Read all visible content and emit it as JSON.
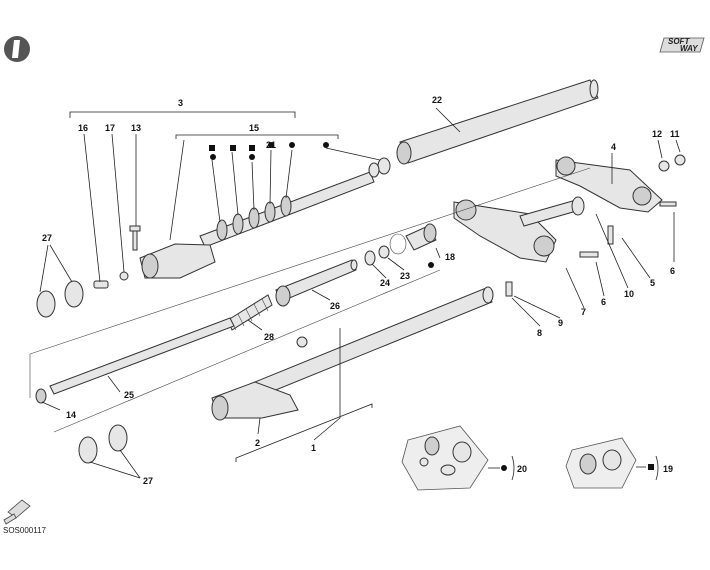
{
  "header": {
    "badge_top": "SOFT",
    "badge_bottom": "WAY"
  },
  "footer": {
    "drawing_code": "SOS000117"
  },
  "callouts": [
    {
      "id": "c1",
      "text": "1"
    },
    {
      "id": "c2",
      "text": "2"
    },
    {
      "id": "c3",
      "text": "3"
    },
    {
      "id": "c4",
      "text": "4"
    },
    {
      "id": "c5",
      "text": "5"
    },
    {
      "id": "c6a",
      "text": "6"
    },
    {
      "id": "c6b",
      "text": "6"
    },
    {
      "id": "c7",
      "text": "7"
    },
    {
      "id": "c8",
      "text": "8"
    },
    {
      "id": "c9",
      "text": "9"
    },
    {
      "id": "c10",
      "text": "10"
    },
    {
      "id": "c11",
      "text": "11"
    },
    {
      "id": "c12",
      "text": "12"
    },
    {
      "id": "c13",
      "text": "13"
    },
    {
      "id": "c14",
      "text": "14"
    },
    {
      "id": "c15",
      "text": "15"
    },
    {
      "id": "c16",
      "text": "16"
    },
    {
      "id": "c17",
      "text": "17"
    },
    {
      "id": "c18",
      "text": "18"
    },
    {
      "id": "c19",
      "text": "19"
    },
    {
      "id": "c20",
      "text": "20"
    },
    {
      "id": "c21",
      "text": "21"
    },
    {
      "id": "c22",
      "text": "22"
    },
    {
      "id": "c23",
      "text": "23"
    },
    {
      "id": "c24",
      "text": "24"
    },
    {
      "id": "c25",
      "text": "25"
    },
    {
      "id": "c26",
      "text": "26"
    },
    {
      "id": "c27a",
      "text": "27"
    },
    {
      "id": "c27b",
      "text": "27"
    },
    {
      "id": "c28",
      "text": "28"
    }
  ]
}
